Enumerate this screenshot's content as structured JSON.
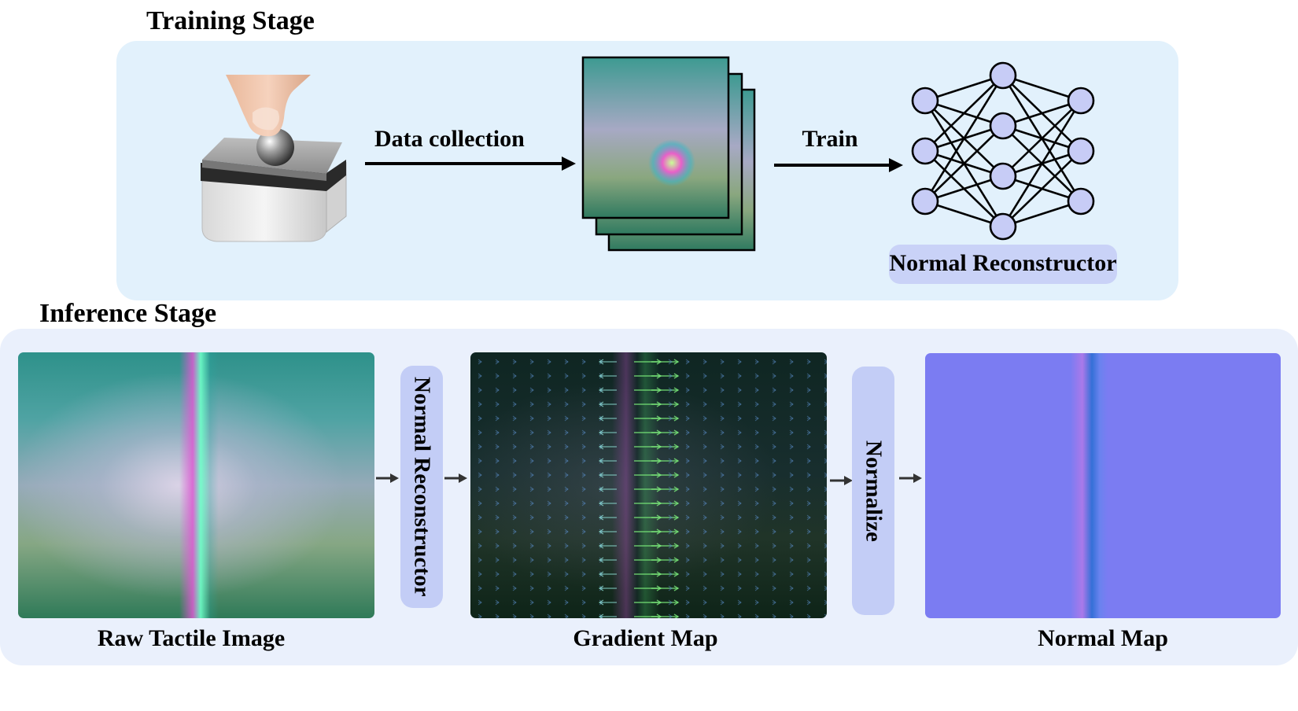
{
  "training": {
    "title": "Training Stage",
    "arrow1_label": "Data collection",
    "arrow2_label": "Train",
    "network_label": "Normal Reconstructor"
  },
  "inference": {
    "title": "Inference Stage",
    "raw_label": "Raw Tactile Image",
    "step1_label": "Normal Reconstructor",
    "gradient_label": "Gradient Map",
    "step2_label": "Normalize",
    "normal_label": "Normal Map"
  },
  "colors": {
    "training_panel": "#e2f1fc",
    "inference_panel": "#eaf0fc",
    "node_fill": "#c7ccf6",
    "pill": "#c3cdf6",
    "normal_map": "#7b7cf2"
  }
}
